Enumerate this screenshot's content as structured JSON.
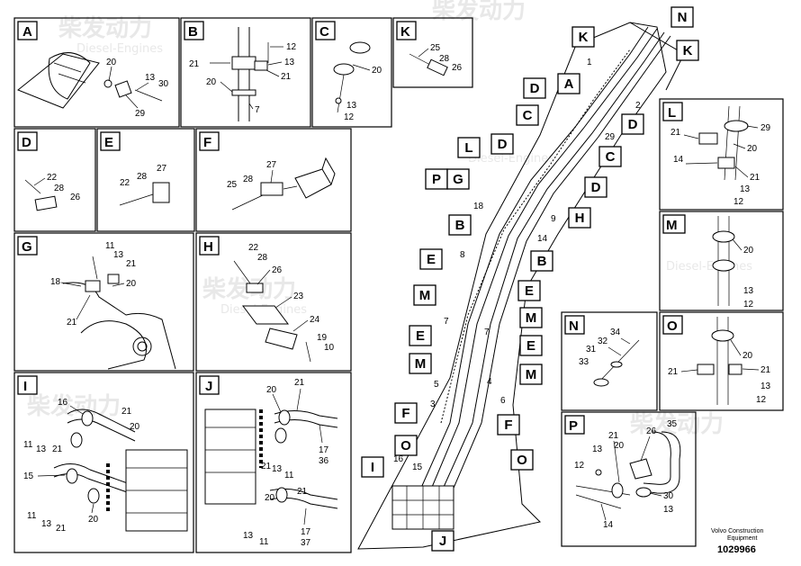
{
  "panels": {
    "A": {
      "tag": "A",
      "labels": [
        "20",
        "13",
        "30",
        "29"
      ]
    },
    "B": {
      "tag": "B",
      "labels": [
        "12",
        "21",
        "13",
        "21",
        "20",
        "7"
      ]
    },
    "C": {
      "tag": "C",
      "labels": [
        "20",
        "13",
        "12"
      ]
    },
    "K": {
      "tag": "K",
      "labels": [
        "25",
        "28",
        "26"
      ]
    },
    "D": {
      "tag": "D",
      "labels": [
        "22",
        "28",
        "26"
      ]
    },
    "E": {
      "tag": "E",
      "labels": [
        "22",
        "28",
        "27"
      ]
    },
    "F": {
      "tag": "F",
      "labels": [
        "27",
        "25",
        "28"
      ]
    },
    "G": {
      "tag": "G",
      "labels": [
        "11",
        "13",
        "21",
        "18",
        "20",
        "21"
      ]
    },
    "H": {
      "tag": "H",
      "labels": [
        "22",
        "28",
        "26",
        "23",
        "24",
        "19",
        "10"
      ]
    },
    "I": {
      "tag": "I",
      "labels": [
        "16",
        "21",
        "20",
        "11",
        "13",
        "21",
        "15",
        "11",
        "13",
        "21",
        "20"
      ]
    },
    "J": {
      "tag": "J",
      "labels": [
        "20",
        "21",
        "21",
        "13",
        "11",
        "17",
        "36",
        "20",
        "21",
        "13",
        "11",
        "17",
        "37"
      ]
    },
    "L": {
      "tag": "L",
      "labels": [
        "29",
        "21",
        "20",
        "14",
        "21",
        "13",
        "12"
      ]
    },
    "M": {
      "tag": "M",
      "labels": [
        "20",
        "13",
        "12"
      ]
    },
    "N": {
      "tag": "N",
      "labels": [
        "34",
        "32",
        "31",
        "33"
      ]
    },
    "O": {
      "tag": "O",
      "labels": [
        "20",
        "21",
        "21",
        "13",
        "12"
      ]
    },
    "P": {
      "tag": "P",
      "labels": [
        "35",
        "26",
        "21",
        "13",
        "20",
        "12",
        "30",
        "13",
        "14"
      ]
    }
  },
  "main": {
    "callouts": [
      "K",
      "N",
      "K",
      "A",
      "D",
      "D",
      "C",
      "C",
      "D",
      "L",
      "P",
      "G",
      "D",
      "H",
      "B",
      "B",
      "E",
      "E",
      "M",
      "M",
      "E",
      "E",
      "M",
      "M",
      "F",
      "F",
      "O",
      "O",
      "I",
      "J"
    ],
    "numbers": [
      "1",
      "2",
      "29",
      "18",
      "9",
      "14",
      "8",
      "7",
      "7",
      "5",
      "4",
      "3",
      "6",
      "16",
      "15"
    ]
  },
  "watermark": {
    "cn": "柴发动力",
    "en": "Diesel-Engines"
  },
  "footer": {
    "line1": "Volvo Construction",
    "line2": "Equipment",
    "number": "1029966"
  }
}
